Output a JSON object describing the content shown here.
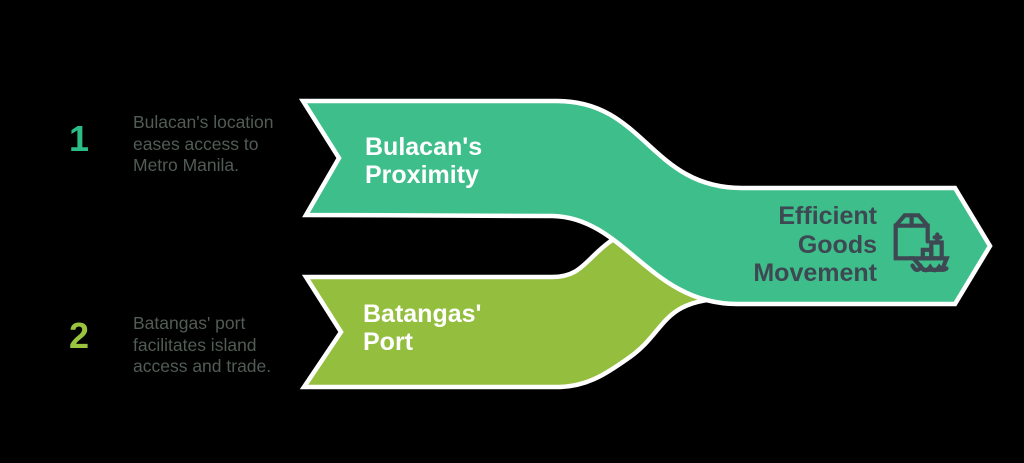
{
  "colors": {
    "teal": "#3EBE8B",
    "lime": "#94BE3E",
    "outline": "#FFFFFF",
    "slate": "#3D4852",
    "desc_text": "#515C55",
    "step1_number": "#2CBD86",
    "step2_number": "#9BC43E",
    "ribbon_label": "#FFFFFF",
    "background": "#000000"
  },
  "steps": [
    {
      "number": "1",
      "desc_lines": [
        "Bulacan's location",
        "eases access to",
        "Metro Manila."
      ],
      "ribbon_lines": [
        "Bulacan's",
        "Proximity"
      ]
    },
    {
      "number": "2",
      "desc_lines": [
        "Batangas' port",
        "facilitates island",
        "access and trade."
      ],
      "ribbon_lines": [
        "Batangas'",
        "Port"
      ]
    }
  ],
  "result": {
    "label_lines": [
      "Efficient",
      "Goods",
      "Movement"
    ],
    "icon": "package-and-cargo-ship"
  }
}
